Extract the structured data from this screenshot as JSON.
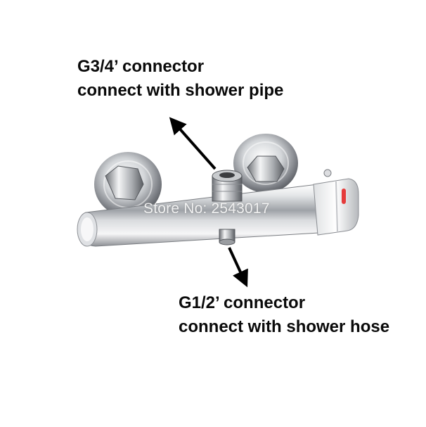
{
  "top_connector": {
    "line1": "G3/4’ connector",
    "line2": "connect with shower pipe"
  },
  "bottom_connector": {
    "line1": "G1/2’ connector",
    "line2": "connect with shower hose"
  },
  "watermark": "Store No: 2543017",
  "colors": {
    "text": "#0a0a0a",
    "chrome_light": "#f2f2f2",
    "chrome_mid": "#b9bcc0",
    "chrome_dark": "#5e6166",
    "arrow": "#000000"
  }
}
